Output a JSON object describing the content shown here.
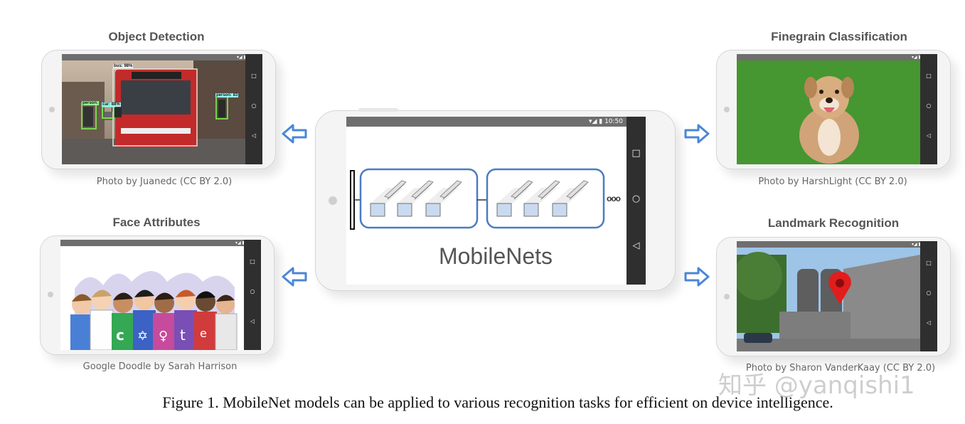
{
  "panels": {
    "object_detection": {
      "title": "Object Detection",
      "credit": "Photo by Juanedc (CC BY 2.0)",
      "labels": {
        "bus": "bus: 98%",
        "car": "car: 88%",
        "person_left": "person:",
        "person_right": "person: 83"
      }
    },
    "finegrain": {
      "title": "Finegrain Classification",
      "credit": "Photo by HarshLight (CC BY 2.0)"
    },
    "face_attributes": {
      "title": "Face Attributes",
      "credit": "Google Doodle by Sarah Harrison"
    },
    "landmark": {
      "title": "Landmark Recognition",
      "credit": "Photo by Sharon VanderKaay (CC BY 2.0)"
    }
  },
  "center_phone": {
    "label": "MobileNets",
    "ellipsis": "ooo"
  },
  "status_time": "10:50",
  "caption": "Figure 1. MobileNet models can be applied to various recognition tasks for efficient on device intelligence.",
  "watermark": "知乎 @yanqishi1",
  "colors": {
    "arrow": "#4a86d6",
    "block_border": "#4a7cc2",
    "cube_fill": "#c9daf0",
    "navbar": "#2f2f2f",
    "statusbar": "#6e6e6e"
  }
}
